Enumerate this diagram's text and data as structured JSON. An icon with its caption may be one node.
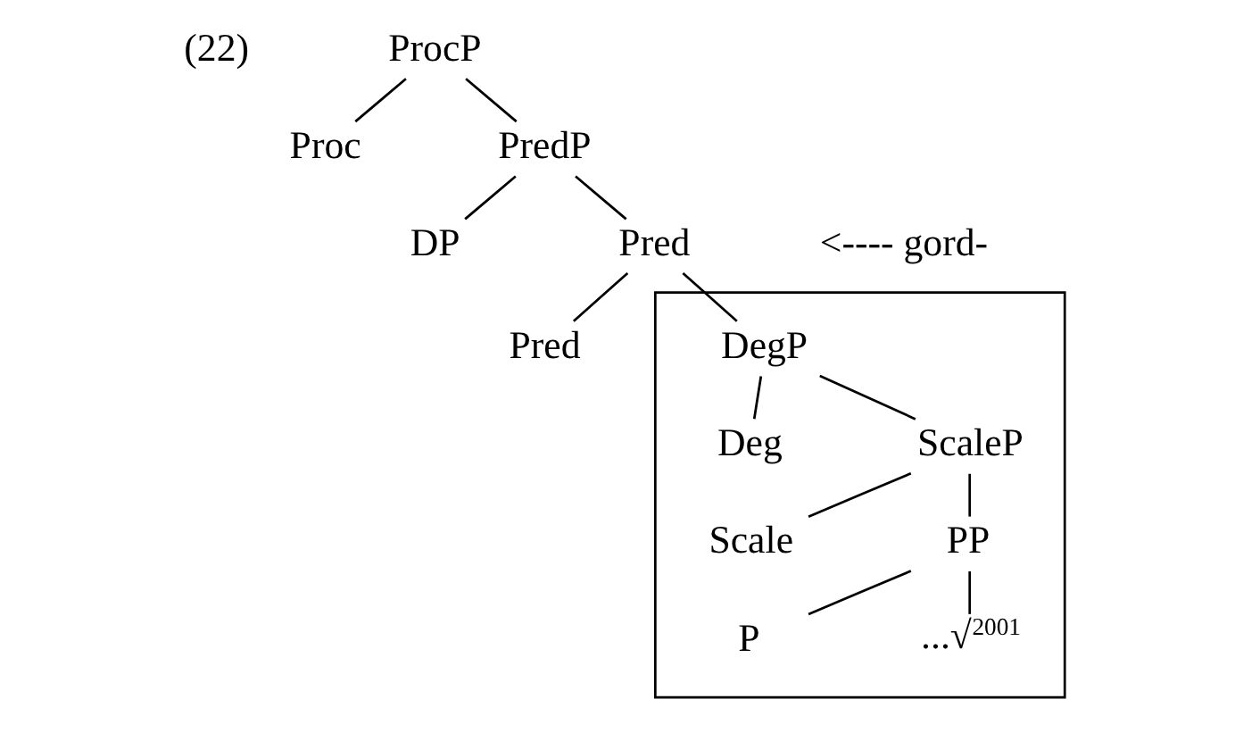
{
  "diagram": {
    "nodes": [
      {
        "text": [
          "ProcP"
        ]
      },
      {
        "text": [
          "Proc"
        ]
      },
      {
        "text": [
          "PredP"
        ]
      },
      {
        "text": [
          "DP"
        ]
      },
      {
        "text": [
          "Pred"
        ]
      },
      {
        "text": [
          "Pred"
        ]
      },
      {
        "text": [],
        "shape": "box"
      },
      {
        "text": [
          "DegP"
        ],
        "in": 6
      },
      {
        "text": [
          "Deg"
        ],
        "in": 6
      },
      {
        "text": [
          "ScaleP"
        ],
        "in": 6
      },
      {
        "text": [
          "Scale"
        ],
        "in": 6
      },
      {
        "text": [
          "PP"
        ],
        "in": 6
      },
      {
        "text": [
          "P"
        ],
        "in": 6
      },
      {
        "text": [
          "...√$^{2001}$"
        ],
        "in": 6
      }
    ],
    "edges": [
      {
        "from": 0,
        "to": 1,
        "arrow": "none"
      },
      {
        "from": 0,
        "to": 2,
        "arrow": "none"
      },
      {
        "from": 2,
        "to": 3,
        "arrow": "none"
      },
      {
        "from": 2,
        "to": 4,
        "arrow": "none"
      },
      {
        "from": 4,
        "to": 5,
        "arrow": "none"
      },
      {
        "from": 4,
        "to": 7,
        "arrow": "none"
      },
      {
        "from": 7,
        "to": 8,
        "arrow": "none"
      },
      {
        "from": 7,
        "to": 9,
        "arrow": "none"
      },
      {
        "from": 9,
        "to": 10,
        "arrow": "none"
      },
      {
        "from": 9,
        "to": 11,
        "arrow": "none"
      },
      {
        "from": 11,
        "to": 12,
        "arrow": "none"
      },
      {
        "from": 11,
        "to": 13,
        "arrow": "none"
      }
    ],
    "labels": [
      "(22)",
      "<---- gord-"
    ]
  }
}
